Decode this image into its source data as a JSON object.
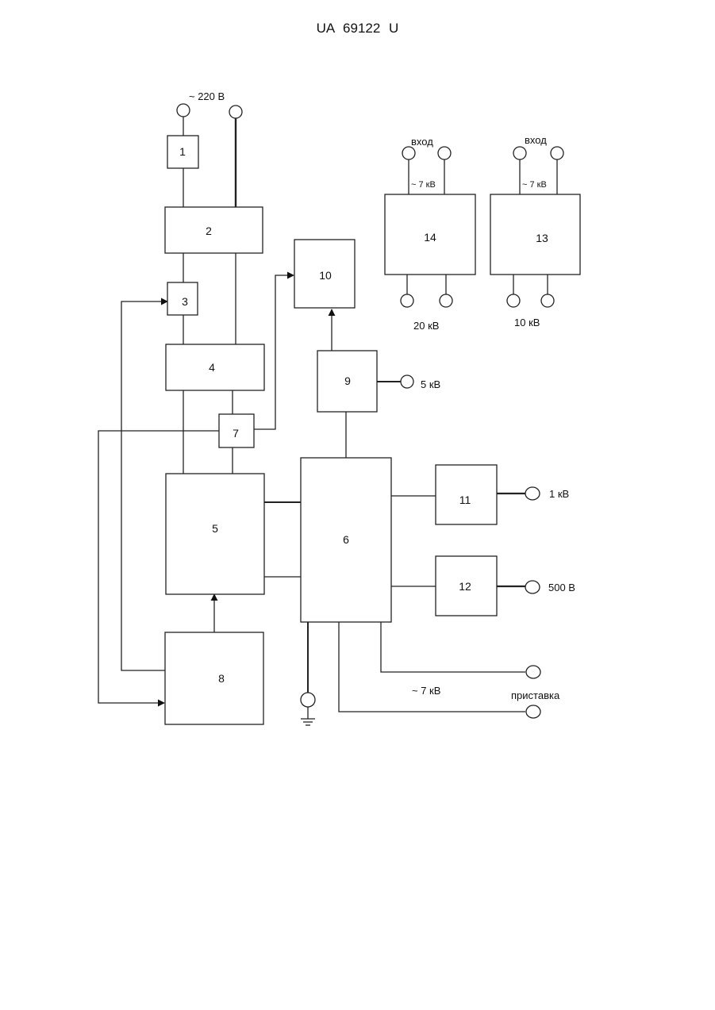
{
  "header": {
    "doc_number": "UA   69122   U"
  },
  "blocks": {
    "b1": "1",
    "b2": "2",
    "b3": "3",
    "b4": "4",
    "b5": "5",
    "b6": "6",
    "b7": "7",
    "b8": "8",
    "b9": "9",
    "b10": "10",
    "b11": "11",
    "b12": "12",
    "b13": "13",
    "b14": "14"
  },
  "labels": {
    "mains": "~ 220 В",
    "out_5kv": "5 кВ",
    "out_1kv": "1 кВ",
    "out_500v": "500 В",
    "out_7kv": "~ 7 кВ",
    "attachment": "приставка",
    "in14": "вход",
    "in14_voltage": "~ 7 кВ",
    "out14": "20 кВ",
    "in13": "вход",
    "in13_voltage": "~ 7 кВ",
    "out13": "10 кВ"
  }
}
